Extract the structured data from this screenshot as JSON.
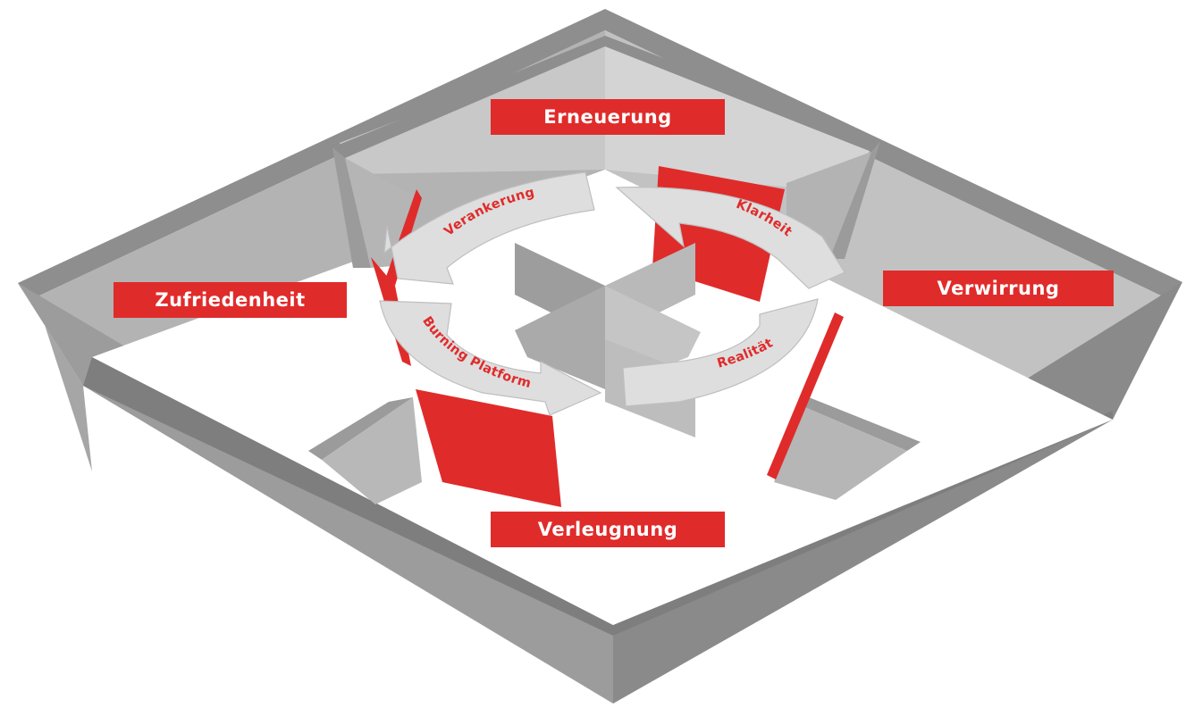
{
  "diagram": {
    "rooms": {
      "top": "Erneuerung",
      "left": "Zufriedenheit",
      "right": "Verwirrung",
      "bottom": "Verleugnung"
    },
    "cycle": {
      "top_left": "Verankerung",
      "top_right": "Klarheit",
      "bottom_left": "Burning Platform",
      "bottom_right": "Realität"
    },
    "colors": {
      "accent_red": "#e02b2b",
      "wall_top": "#8e8e8e",
      "wall_face": "#b9b9b9",
      "wall_shadow": "#a4a4a4",
      "arrow_fill": "#dedede",
      "floor": "#ffffff"
    }
  }
}
